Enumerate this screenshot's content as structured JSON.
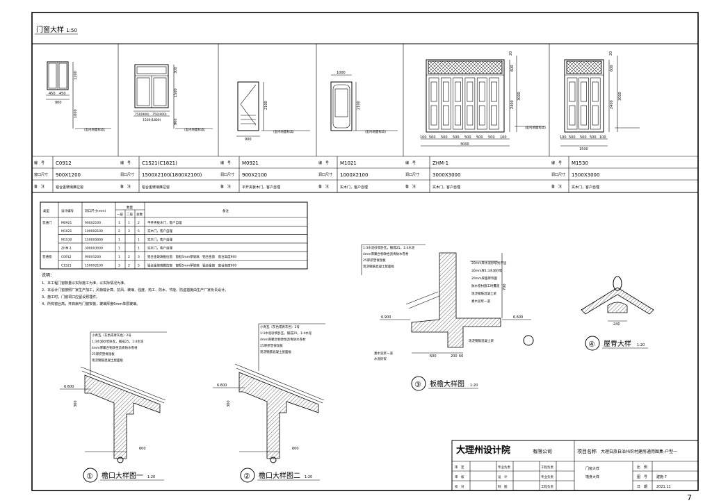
{
  "header": {
    "title": "门窗大样",
    "scale": "1:50"
  },
  "doors": [
    {
      "code": "C0912",
      "size_label": "窗口尺寸",
      "size": "900X1200",
      "note": "铝合金玻璃推拉窗",
      "w1": "450",
      "w2": "450",
      "total": "900",
      "h1": "1200",
      "h2": "1000"
    },
    {
      "code": "C1521(C1821)",
      "size_label": "洞口尺寸",
      "size": "1500X2100(1800X2100)",
      "note": "铝合金玻璃推拉窗",
      "top": "300",
      "h": "1500",
      "sill": "900",
      "w1": "750(900)",
      "w2": "750(900)",
      "total": "1500(1800)"
    },
    {
      "code": "M0921",
      "size_label": "洞口尺寸",
      "size": "900X2100",
      "note": "平开夹板木门，客户自理",
      "h": "2100",
      "w": "900"
    },
    {
      "code": "M1021",
      "size_label": "洞口尺寸",
      "size": "1000X2100",
      "note": "实木门，客户自理",
      "w": "1000",
      "h": "2100"
    },
    {
      "code": "ZHM-1",
      "size_label": "洞口尺寸",
      "size": "3000X3000",
      "note": "实木门，客户自理",
      "h1": "600",
      "h2": "2400",
      "h3": "3000",
      "top": "20",
      "total": "3000",
      "dims": [
        "100",
        "500",
        "500",
        "500",
        "500",
        "500",
        "500",
        "100"
      ]
    },
    {
      "code": "M1530",
      "size_label": "洞口尺寸",
      "size": "1500X3000",
      "note": "实木门，客户自理",
      "h1": "600",
      "h2": "2400",
      "h3": "3000",
      "top": "20",
      "total": "1500",
      "dims": [
        "100",
        "500",
        "500",
        "500",
        "100"
      ]
    }
  ],
  "labels": {
    "code": "编　号",
    "note": "备　注",
    "floor": "（室内地面标高）"
  },
  "schedule": {
    "headers": [
      "类型",
      "设计编号",
      "洞口尺寸(mm)",
      "数量",
      "备注"
    ],
    "subheaders": [
      "一层",
      "二层",
      "总数"
    ],
    "rows": [
      {
        "type": "普通门",
        "code": "M0921",
        "size": "900X2100",
        "f1": "1",
        "f2": "1",
        "total": "2",
        "note": "平开夹板木门，客户自理"
      },
      {
        "type": "",
        "code": "M1021",
        "size": "1000X2100",
        "f1": "2",
        "f2": "3",
        "total": "5",
        "note": "实木门，客户自理"
      },
      {
        "type": "",
        "code": "M1530",
        "size": "1500X3000",
        "f1": "1",
        "f2": "",
        "total": "1",
        "note": "实木门，客户自理"
      },
      {
        "type": "",
        "code": "ZHM-1",
        "size": "3000X3000",
        "f1": "1",
        "f2": "",
        "total": "1",
        "note": "实木门，客户自理"
      },
      {
        "type": "普通窗",
        "code": "C0912",
        "size": "900X1200",
        "f1": "1",
        "f2": "2",
        "total": "3",
        "note": "铝合金玻璃推拉窗　窗框5mm厚玻璃　铝合金窗　窗台高度900"
      },
      {
        "type": "",
        "code": "C1521",
        "size": "1500X2100",
        "f1": "3",
        "f2": "2",
        "total": "5",
        "note": "铝合金玻璃推拉窗　窗框5mm厚玻璃　铝合金窗　窗台高度900"
      }
    ]
  },
  "notes": [
    "说明：",
    "1、本工程门窗数量以实际施工为准，以实际情况为准。",
    "2、本设计门窗按照厂家生产加工，风荷载计算、抗风、玻璃、强度、热工、防水、节能、防盗措施由生产厂家负责设计。",
    "3、施工时，门窗洞口应留设预埋件。",
    "4、所有窗台高，开启扇与门窗安装，玻璃厚度6mm单层玻璃。"
  ],
  "details": [
    {
      "num": "①",
      "title": "檐口大样图一",
      "scale": "1:20",
      "elev": "6.600",
      "d1": "300",
      "d2": "600"
    },
    {
      "num": "②",
      "title": "檐口大样图二",
      "scale": "1:20",
      "elev": "6.600",
      "d1": "300",
      "d2": "600"
    },
    {
      "num": "③",
      "title": "板檐大样图",
      "scale": "1:20",
      "elev": "6.900",
      "elev2": "6.600",
      "d1": "600",
      "d2": "200",
      "d3": "60",
      "d4": "700"
    },
    {
      "num": "④",
      "title": "屋脊大样",
      "scale": "1:20",
      "d1": "240"
    }
  ],
  "layer_notes": [
    "小青瓦（灰色或青灰色）2号",
    "1:3水泥砂浆卧瓦，铺成25，1:4水泥",
    "4mm厚聚合物改性沥青防水卷材",
    "25厚挤塑保温板",
    "现浇钢筋混凝土屋面板",
    "20mm厚水泥砂浆找平层",
    "30mm厚1:3水泥砂浆",
    "20mm厚面砖饰面",
    "防水卷材施工时覆盖",
    "现浇钢筋混凝土梁",
    "素水泥浆一道",
    "水泥砂浆"
  ],
  "title_block": {
    "company": "大理州设计院",
    "company_suffix": "有限公司",
    "project_label": "项目名称",
    "project": "大理白族自治州农村建房通用图集-户型一",
    "rows": [
      [
        "审　定",
        "",
        "专业负责",
        "",
        "工程负责",
        ""
      ],
      [
        "审　核",
        "",
        "设　计",
        "",
        "专业负责",
        ""
      ],
      [
        "校　对",
        "",
        "制　图",
        "",
        "工程负责",
        ""
      ]
    ],
    "drawing_name": "门窗大样",
    "drawing_name2": "墙身大样",
    "cells": [
      "比　例",
      "",
      "图　号",
      "建施-7",
      "日　期",
      "2021.11"
    ],
    "page": "7"
  }
}
